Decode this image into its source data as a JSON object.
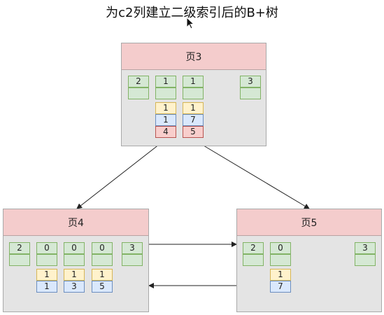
{
  "title": "为c2列建立二级索引后的B+树",
  "pages": [
    {
      "id": "page3",
      "label": "页3",
      "records": [
        {
          "key": "2",
          "cols": []
        },
        {
          "key": "1",
          "cols": [
            "1",
            "1",
            "4"
          ]
        },
        {
          "key": "1",
          "cols": [
            "1",
            "7",
            "5"
          ]
        },
        {
          "key": "3",
          "cols": []
        }
      ]
    },
    {
      "id": "page4",
      "label": "页4",
      "records": [
        {
          "key": "2",
          "cols": []
        },
        {
          "key": "0",
          "cols": [
            "1",
            "1"
          ]
        },
        {
          "key": "0",
          "cols": [
            "1",
            "3"
          ]
        },
        {
          "key": "0",
          "cols": [
            "1",
            "5"
          ]
        },
        {
          "key": "3",
          "cols": []
        }
      ]
    },
    {
      "id": "page5",
      "label": "页5",
      "records": [
        {
          "key": "2",
          "cols": []
        },
        {
          "key": "0",
          "cols": [
            "1",
            "7"
          ]
        },
        {
          "key": "3",
          "cols": []
        }
      ]
    }
  ],
  "colors": {
    "header": "#f4cccc",
    "body": "#e4e4e4",
    "key_cell": "#d5e8d4",
    "col_c2": "#fff2cc",
    "col_c3": "#dae8fc",
    "col_pointer": "#f8cecc"
  }
}
